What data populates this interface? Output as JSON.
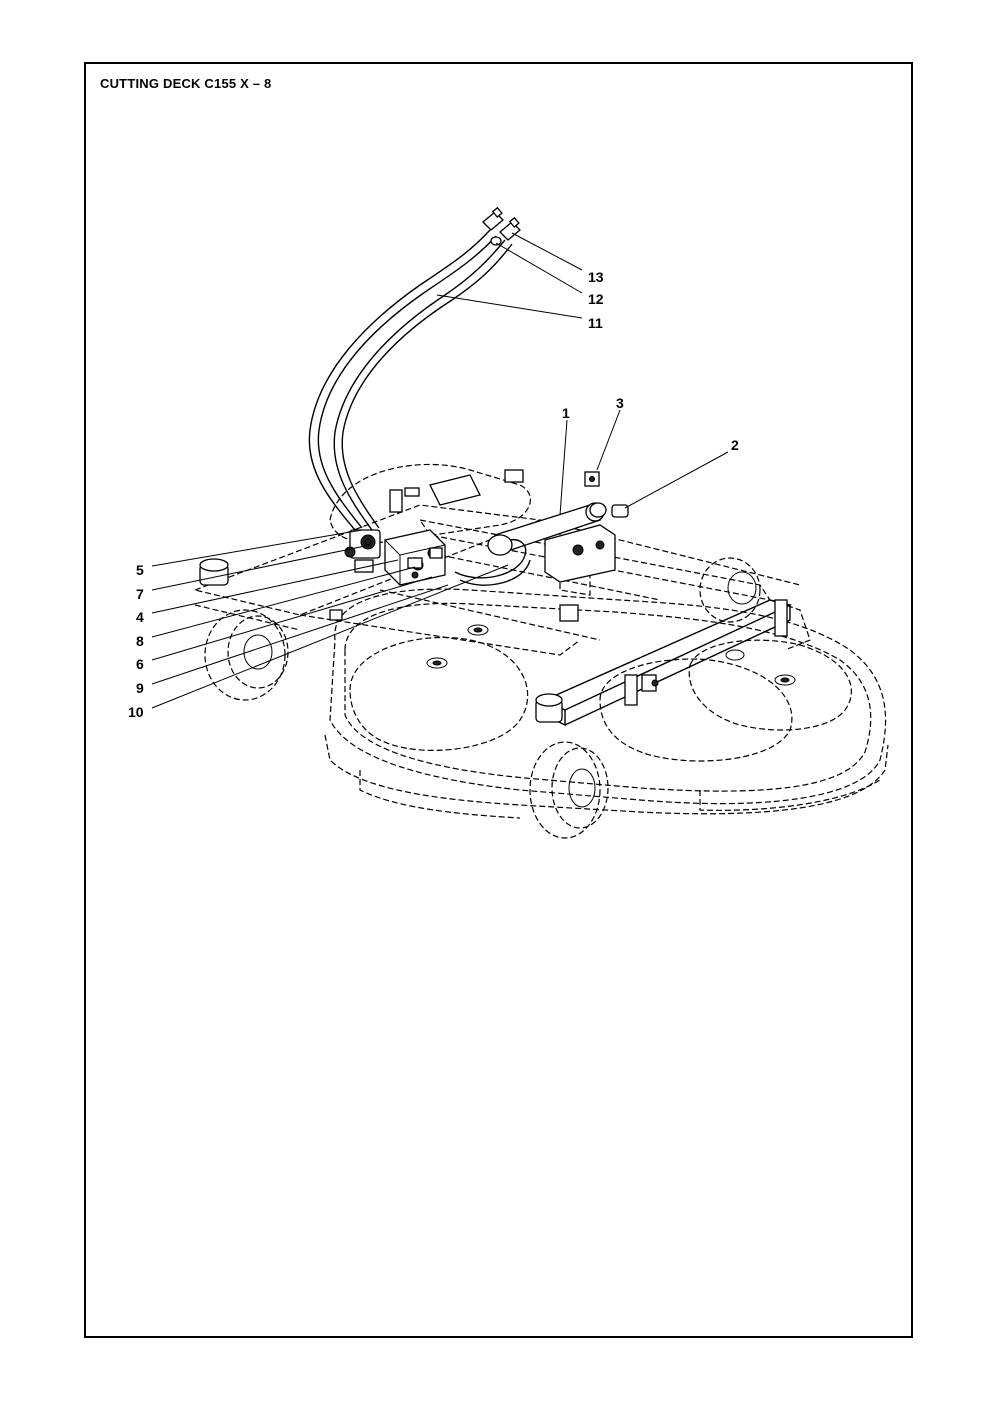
{
  "title": "CUTTING DECK C155 X – 8",
  "callouts": [
    {
      "id": "13",
      "label": "13"
    },
    {
      "id": "12",
      "label": "12"
    },
    {
      "id": "11",
      "label": "11"
    },
    {
      "id": "1",
      "label": "1"
    },
    {
      "id": "3",
      "label": "3"
    },
    {
      "id": "2",
      "label": "2"
    },
    {
      "id": "5",
      "label": "5"
    },
    {
      "id": "7",
      "label": "7"
    },
    {
      "id": "4",
      "label": "4"
    },
    {
      "id": "8",
      "label": "8"
    },
    {
      "id": "6",
      "label": "6"
    },
    {
      "id": "9",
      "label": "9"
    },
    {
      "id": "10",
      "label": "10"
    }
  ]
}
